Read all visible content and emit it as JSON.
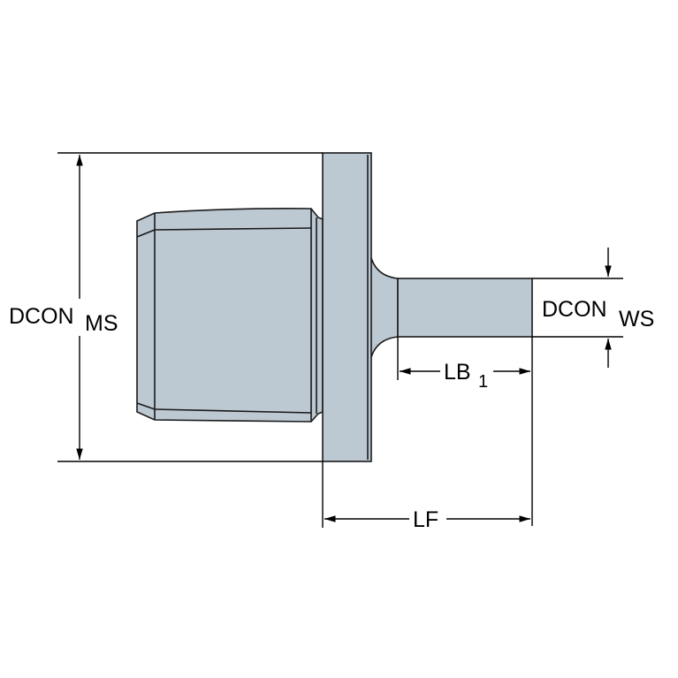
{
  "colors": {
    "part_fill": "#bcc8d2",
    "line": "#1a1a1a"
  },
  "dimensions": {
    "dcon_ms": {
      "main": "DCON",
      "sub": "MS"
    },
    "dcon_ws": {
      "main": "DCON",
      "sub": "WS"
    },
    "lb1": {
      "main": "LB",
      "sub": "1"
    },
    "lf": {
      "main": "LF"
    }
  }
}
